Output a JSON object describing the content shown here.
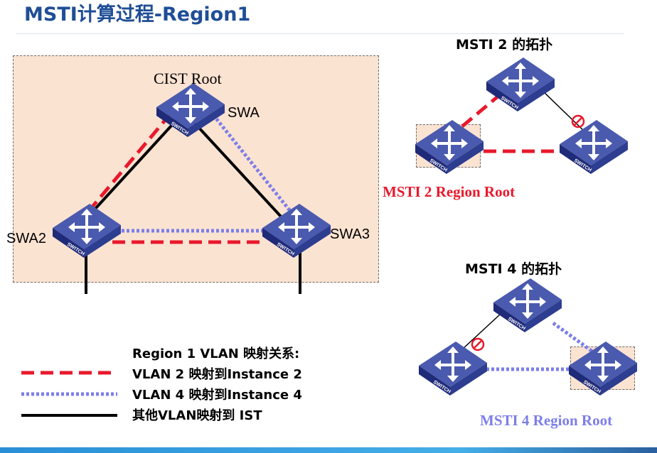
{
  "title": "MSTI计算过程-Region1",
  "region": {
    "root_label": "CIST Root",
    "switches": [
      "SWA",
      "SWA2",
      "SWA3"
    ]
  },
  "msti2": {
    "title": "MSTI 2 的拓扑",
    "region_root": "MSTI 2 Region Root"
  },
  "msti4": {
    "title": "MSTI 4 的拓扑",
    "region_root": "MSTI 4 Region Root"
  },
  "legend": {
    "heading": "Region 1 VLAN 映射关系:",
    "items": [
      "VLAN 2 映射到Instance 2",
      "VLAN 4 映射到Instance 4",
      "其他VLAN映射到 IST"
    ]
  },
  "switch_icon_text": "SWITCH",
  "colors": {
    "title": "#1F4E96",
    "instance2": "#E8192C",
    "instance4": "#7C7EE8",
    "ist": "#000000",
    "region_fill": "#FBE3D2",
    "switch_top": "#4A5AAE",
    "switch_side": "#1F2A78"
  }
}
